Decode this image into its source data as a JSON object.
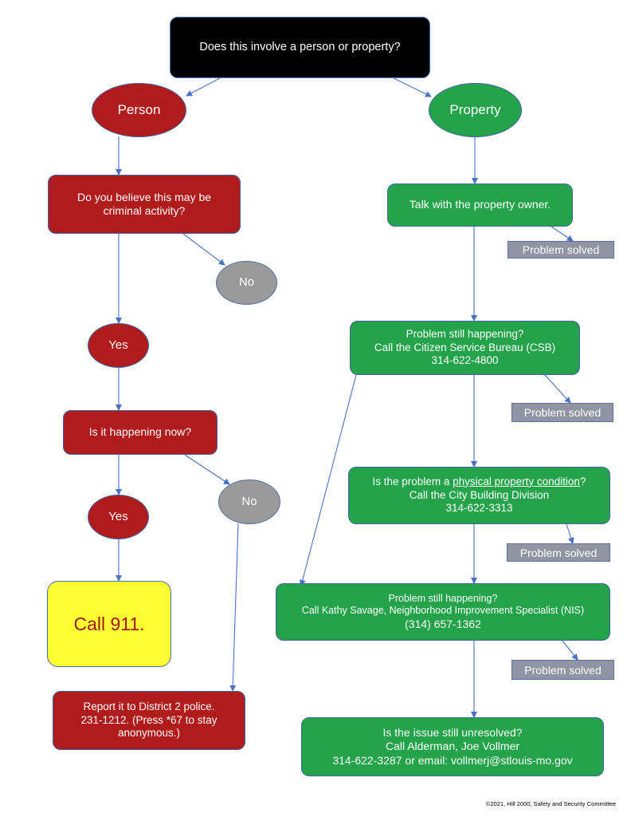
{
  "colors": {
    "question": "#000000",
    "person": "#b01c1c",
    "property": "#24a34a",
    "no": "#9a9a9a",
    "emergency": "#ffff33",
    "emergency_text": "#a01919",
    "solved": "#8f95a3",
    "arrow": "#4a72c4"
  },
  "start": {
    "question": "Does this involve a person or property?"
  },
  "person": {
    "label": "Person",
    "criminal_question": {
      "line1": "Do you believe this may be",
      "line2": "criminal activity?"
    },
    "criminal_no": "No",
    "criminal_yes": "Yes",
    "now_question": "Is it happening now?",
    "now_no": "No",
    "now_yes": "Yes",
    "call_911": "Call 911.",
    "report": {
      "line1": "Report it to District 2 police.",
      "line2": "231-1212. (Press *67 to stay",
      "line3": "anonymous.)"
    }
  },
  "property": {
    "label": "Property",
    "talk_owner": "Talk with the property owner.",
    "csb": {
      "line1": "Problem still happening?",
      "line2": "Call the Citizen Service Bureau (CSB)",
      "phone": "314-622-4800"
    },
    "building": {
      "prefix": "Is the problem a ",
      "underlined": "physical property condition",
      "suffix": "?",
      "line2": "Call the City Building Division",
      "phone": "314-622-3313"
    },
    "nis": {
      "line1": "Problem still happening?",
      "line2": "Call Kathy Savage, Neighborhood Improvement Specialist (NIS)",
      "phone": "(314) 657-1362"
    },
    "alderman": {
      "line1": "Is the issue still unresolved?",
      "line2": "Call Alderman, Joe Vollmer",
      "line3": "314-622-3287 or email: vollmerj@stlouis-mo.gov"
    },
    "solved_1": "Problem solved",
    "solved_2": "Problem solved",
    "solved_3": "Problem solved",
    "solved_4": "Problem solved"
  },
  "footer": {
    "copyright": "©2021, Hill 2000, Safety and Security Committee"
  }
}
